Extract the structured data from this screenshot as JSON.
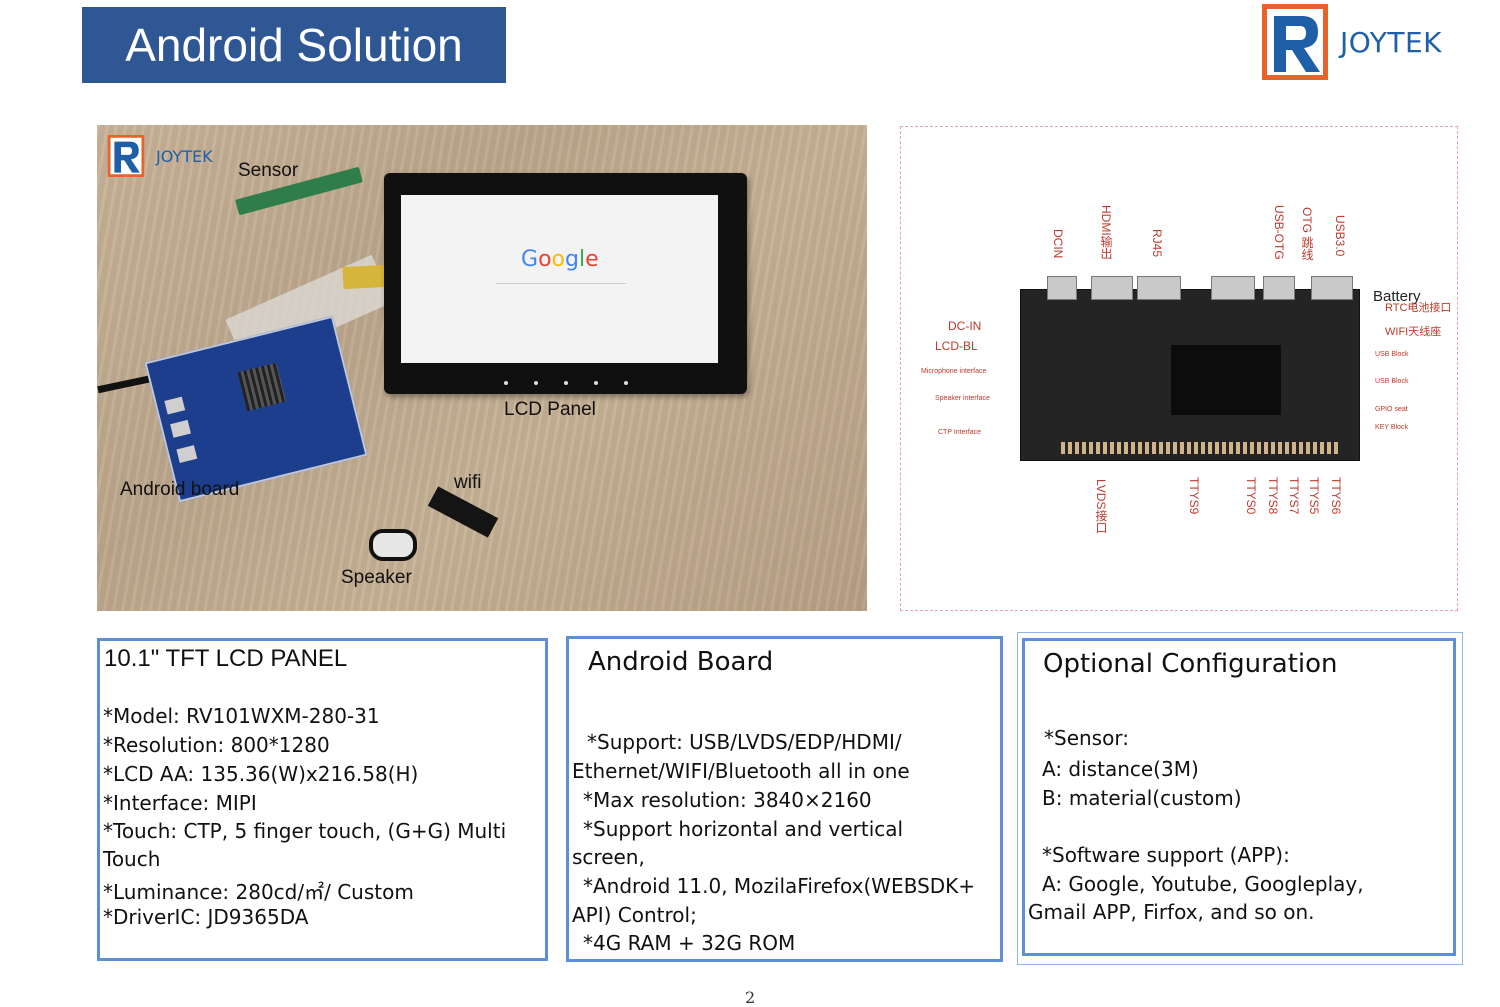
{
  "header": {
    "title": "Android Solution",
    "brand": "JOYTEK"
  },
  "photo": {
    "brand": "JOYTEK",
    "labels": {
      "sensor": "Sensor",
      "lcd_panel": "LCD Panel",
      "android_board": "Android board",
      "wifi": "wifi",
      "speaker": "Speaker"
    },
    "screen_logo": "Google"
  },
  "schematic": {
    "top_labels": [
      "DCIN",
      "HDMI输出",
      "RJ45",
      "USB-OTG",
      "OTG 跳线",
      "USB3.0"
    ],
    "left_labels": [
      "DC-IN",
      "LCD-BL",
      "Microphone interface",
      "Speaker interface",
      "CTP Interface"
    ],
    "right_labels": [
      "Battery",
      "RTC电池接口",
      "WIFI天线座",
      "USB Block",
      "USB Block",
      "GPIO seat",
      "KEY Block"
    ],
    "bottom_labels": [
      "LVDS接口",
      "TTYS9",
      "TTYS0",
      "TTYS8",
      "TTYS7",
      "TTYS5",
      "TTYS6"
    ]
  },
  "boxes": {
    "lcd": {
      "heading": "10.1\" TFT LCD PANEL",
      "lines": [
        "*Model: RV101WXM-280-31",
        "*Resolution: 800*1280",
        "*LCD AA: 135.36(W)x216.58(H)",
        "*Interface: MIPI",
        "*Touch: CTP, 5 finger touch, (G+G) Multi",
        "Touch",
        "*Luminance: 280cd/㎡/  Custom",
        "*DriverIC: JD9365DA"
      ]
    },
    "board": {
      "heading": "Android Board",
      "lines": [
        "*Support: USB/LVDS/EDP/HDMI/",
        "Ethernet/WIFI/Bluetooth all in one",
        "*Max resolution: 3840×2160",
        "*Support horizontal and vertical",
        "screen,",
        "*Android 11.0, MozilaFirefox(WEBSDK+",
        "API) Control;",
        "*4G RAM + 32G ROM"
      ]
    },
    "optional": {
      "heading": "Optional Configuration",
      "lines": [
        "*Sensor:",
        "A: distance(3M)",
        "B: material(custom)",
        "*Software support (APP):",
        "A: Google, Youtube, Googleplay,",
        "Gmail APP, Firfox, and so on."
      ]
    }
  },
  "footer": {
    "page_number": "2"
  },
  "colors": {
    "title_bg": "#2e5794",
    "brand_blue": "#1f5fa8",
    "brand_orange": "#e8632a",
    "box_border": "#5c8fd6",
    "label_red": "#c0392b"
  }
}
